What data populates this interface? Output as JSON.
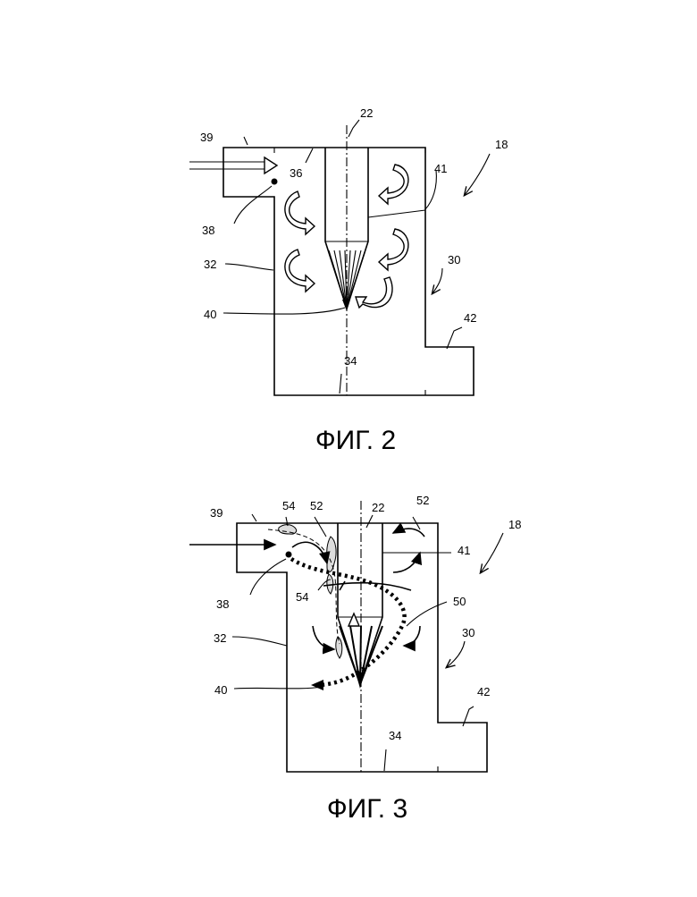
{
  "figure2": {
    "caption": "ФИГ. 2",
    "labels": {
      "n18": "18",
      "n22": "22",
      "n30": "30",
      "n32": "32",
      "n34": "34",
      "n36": "36",
      "n38": "38",
      "n39": "39",
      "n40": "40",
      "n41": "41",
      "n42": "42"
    }
  },
  "figure3": {
    "caption": "ФИГ. 3",
    "labels": {
      "n18": "18",
      "n22": "22",
      "n30": "30",
      "n32": "32",
      "n34": "34",
      "n38": "38",
      "n39": "39",
      "n40": "40",
      "n41": "41",
      "n42": "42",
      "n50": "50",
      "n52a": "52",
      "n52b": "52",
      "n54a": "54",
      "n54b": "54"
    }
  }
}
